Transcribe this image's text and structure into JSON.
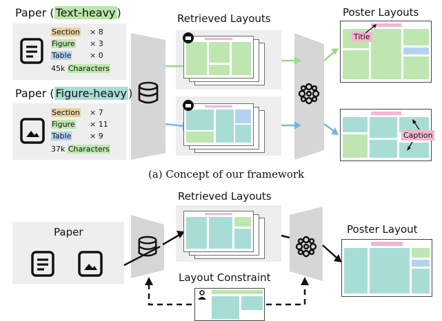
{
  "top": {
    "paper_text_heavy": {
      "prefix": "Paper (",
      "tag": "Text-heavy",
      "suffix": ")"
    },
    "paper_figure_heavy": {
      "prefix": "Paper (",
      "tag": "Figure-heavy",
      "suffix": ")"
    },
    "text_stats": {
      "section_label": "Section",
      "section_value": "× 8",
      "figure_label": "Figure",
      "figure_value": "× 3",
      "table_label": "Table",
      "table_value": "× 0",
      "chars_count": "45k",
      "chars_label": "Characters"
    },
    "figure_stats": {
      "section_label": "Section",
      "section_value": "× 7",
      "figure_label": "Figure",
      "figure_value": "× 11",
      "table_label": "Table",
      "table_value": "× 9",
      "chars_count": "37k",
      "chars_label": "Characters"
    },
    "retrieved_title": "Retrieved Layouts",
    "poster_title": "Poster Layouts",
    "title_tag": "Title",
    "caption_tag": "Caption"
  },
  "caption_a": "(a) Concept of our framework",
  "bottom": {
    "retrieved_title": "Retrieved Layouts",
    "paper_label": "Paper",
    "constraint_title": "Layout Constraint",
    "poster_title": "Poster Layout"
  },
  "icons": [
    "document-icon",
    "image-icon",
    "database-icon",
    "hub-icon",
    "user-icon"
  ],
  "colors": {
    "green_block": "#bfe6b0",
    "teal_block": "#a8ddd6",
    "pink_block": "#f4b6cf",
    "arrow_green": "#9ed68a",
    "arrow_blue": "#74b6e6",
    "panel_gray": "#eeeeee",
    "funnel_gray": "#d5d5d5"
  }
}
